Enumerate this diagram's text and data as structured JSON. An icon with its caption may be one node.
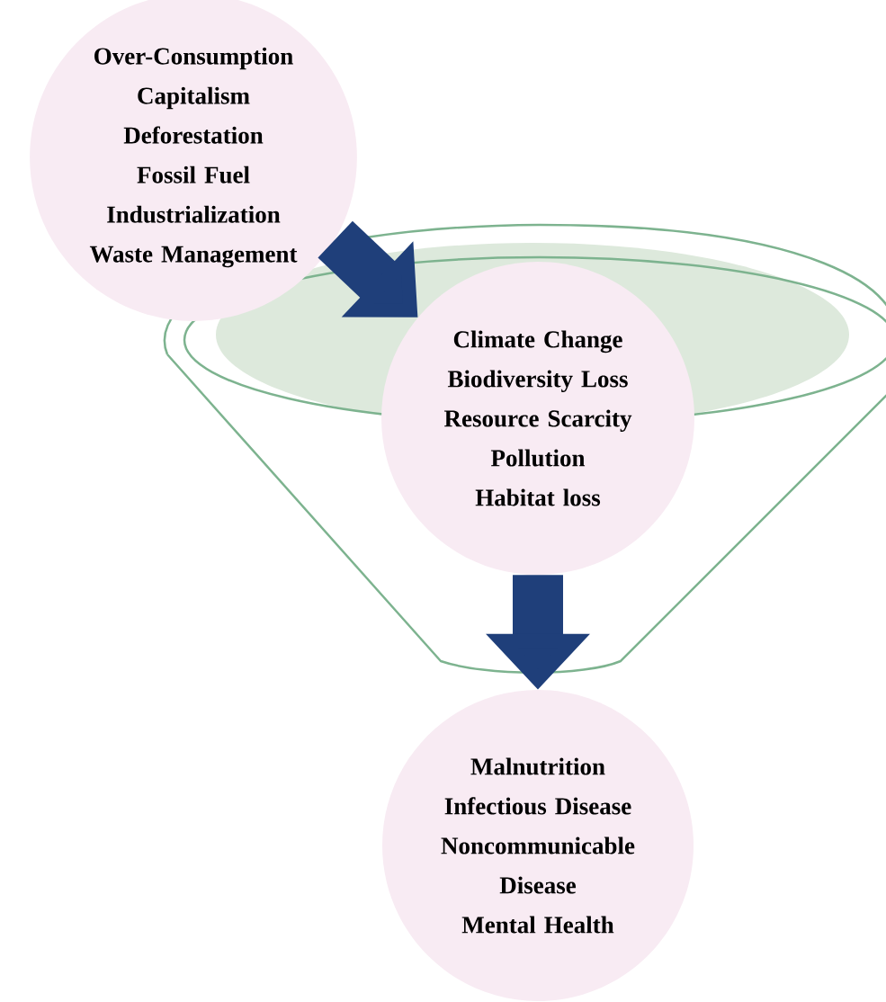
{
  "diagram": {
    "nodes": [
      {
        "text": [
          "Over-Consumption",
          "Capitalism",
          "Deforestation",
          "Fossil Fuel",
          "Industrialization",
          "Waste Management"
        ]
      },
      {
        "text": [
          "Climate Change",
          "Biodiversity Loss",
          "Resource Scarcity",
          "Pollution",
          "Habitat loss"
        ]
      },
      {
        "text": [
          "Malnutrition",
          "Infectious Disease",
          "Noncommunicable Disease",
          "Mental Health"
        ]
      }
    ],
    "edges": [
      {
        "from": 0,
        "to": 1,
        "arrow": "to"
      },
      {
        "from": 1,
        "to": 2,
        "arrow": "to"
      }
    ]
  }
}
